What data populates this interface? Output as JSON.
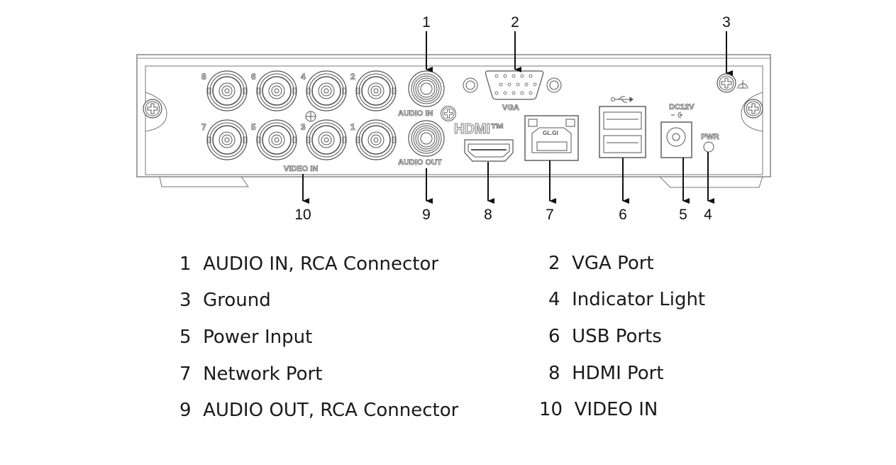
{
  "callouts": [
    "1",
    "2",
    "3",
    "4",
    "5",
    "6",
    "7",
    "8",
    "9",
    "10"
  ],
  "panel_labels": {
    "audio_in": "AUDIO IN",
    "audio_out": "AUDIO OUT",
    "video_in": "VIDEO IN",
    "vga": "VGA",
    "hdmi": "HDMI™",
    "network": "GL.GI",
    "dc": "DC12V",
    "pwr": "PWR",
    "channels_top": [
      "8",
      "6",
      "4",
      "2"
    ],
    "channels_bottom": [
      "7",
      "5",
      "3",
      "1"
    ]
  },
  "legend": [
    {
      "num": "1",
      "text": "AUDIO IN, RCA Connector"
    },
    {
      "num": "2",
      "text": "VGA Port"
    },
    {
      "num": "3",
      "text": "Ground"
    },
    {
      "num": "4",
      "text": "Indicator Light"
    },
    {
      "num": "5",
      "text": "Power Input"
    },
    {
      "num": "6",
      "text": "USB Ports"
    },
    {
      "num": "7",
      "text": "Network Port"
    },
    {
      "num": "8",
      "text": "HDMI Port"
    },
    {
      "num": "9",
      "text": "AUDIO OUT, RCA Connector"
    },
    {
      "num": "10",
      "text": "VIDEO IN"
    }
  ],
  "icons": [
    "ground-screw-icon",
    "usb-icon",
    "dc-polarity-icon",
    "ground-symbol-icon"
  ]
}
